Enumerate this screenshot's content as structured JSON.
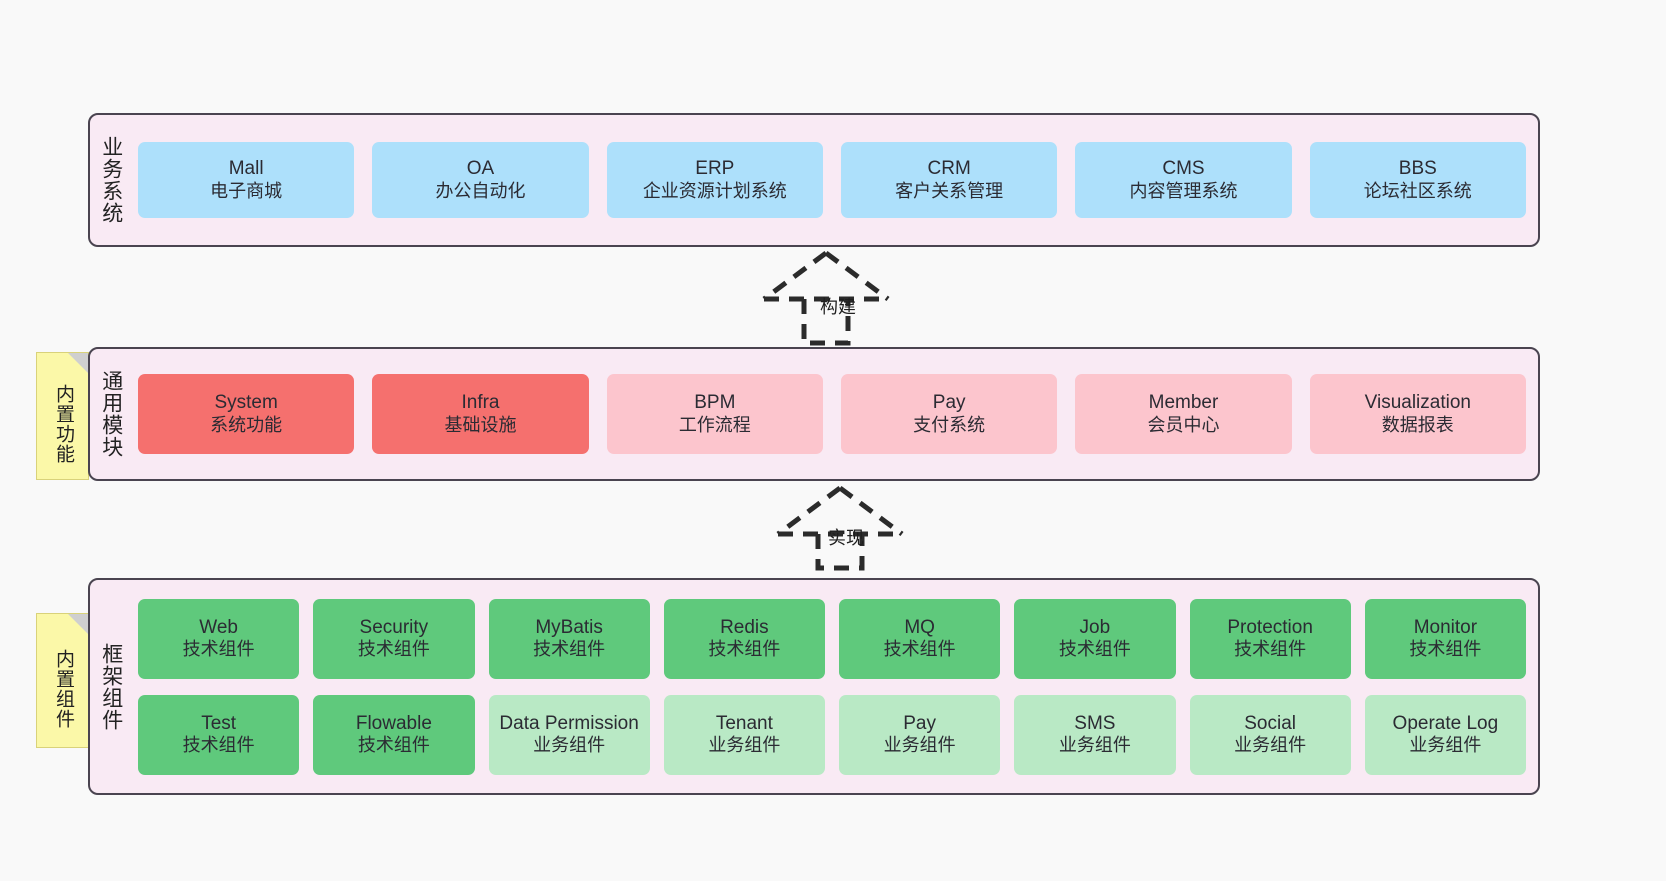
{
  "diagram": {
    "title": "ruoyi-vue-pro architecture layers",
    "colors": {
      "panel_bg": "#f9eaf4",
      "panel_border": "#4a4450",
      "business": "#ade0fb",
      "module_core": "#f5706e",
      "module_optional": "#fcc5cd",
      "tech_component": "#5fc97c",
      "biz_component": "#b9e9c5",
      "note_bg": "#fbf8a8",
      "canvas_bg": "#f9f9f9"
    }
  },
  "layers": {
    "business": {
      "title": "业务系统",
      "cards": [
        {
          "name": "Mall",
          "desc": "电子商城"
        },
        {
          "name": "OA",
          "desc": "办公自动化"
        },
        {
          "name": "ERP",
          "desc": "企业资源计划系统"
        },
        {
          "name": "CRM",
          "desc": "客户关系管理"
        },
        {
          "name": "CMS",
          "desc": "内容管理系统"
        },
        {
          "name": "BBS",
          "desc": "论坛社区系统"
        }
      ]
    },
    "modules": {
      "title": "通用模块",
      "note": "内置功能",
      "cards": [
        {
          "name": "System",
          "desc": "系统功能"
        },
        {
          "name": "Infra",
          "desc": "基础设施"
        },
        {
          "name": "BPM",
          "desc": "工作流程"
        },
        {
          "name": "Pay",
          "desc": "支付系统"
        },
        {
          "name": "Member",
          "desc": "会员中心"
        },
        {
          "name": "Visualization",
          "desc": "数据报表"
        }
      ]
    },
    "framework": {
      "title": "框架组件",
      "note": "内置组件",
      "row1": [
        {
          "name": "Web",
          "desc": "技术组件"
        },
        {
          "name": "Security",
          "desc": "技术组件"
        },
        {
          "name": "MyBatis",
          "desc": "技术组件"
        },
        {
          "name": "Redis",
          "desc": "技术组件"
        },
        {
          "name": "MQ",
          "desc": "技术组件"
        },
        {
          "name": "Job",
          "desc": "技术组件"
        },
        {
          "name": "Protection",
          "desc": "技术组件"
        },
        {
          "name": "Monitor",
          "desc": "技术组件"
        }
      ],
      "row2": [
        {
          "name": "Test",
          "desc": "技术组件"
        },
        {
          "name": "Flowable",
          "desc": "技术组件"
        },
        {
          "name": "Data Permission",
          "desc": "业务组件"
        },
        {
          "name": "Tenant",
          "desc": "业务组件"
        },
        {
          "name": "Pay",
          "desc": "业务组件"
        },
        {
          "name": "SMS",
          "desc": "业务组件"
        },
        {
          "name": "Social",
          "desc": "业务组件"
        },
        {
          "name": "Operate Log",
          "desc": "业务组件"
        }
      ]
    }
  },
  "connectors": [
    {
      "id": "build",
      "label": "构建"
    },
    {
      "id": "implement",
      "label": "实现"
    }
  ]
}
